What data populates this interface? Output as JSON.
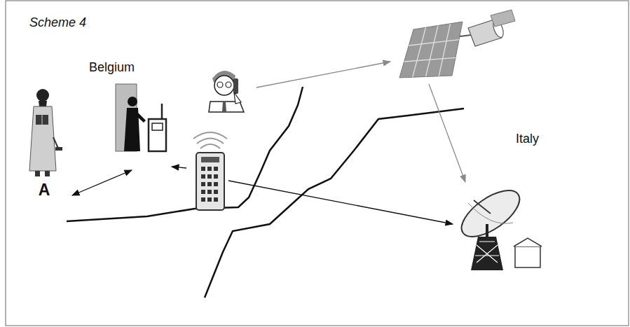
{
  "diagram": {
    "title": "Scheme 4",
    "nodes": [
      {
        "text": [
          "A"
        ]
      }
    ],
    "labels": [
      "Belgium",
      "Italy"
    ]
  }
}
